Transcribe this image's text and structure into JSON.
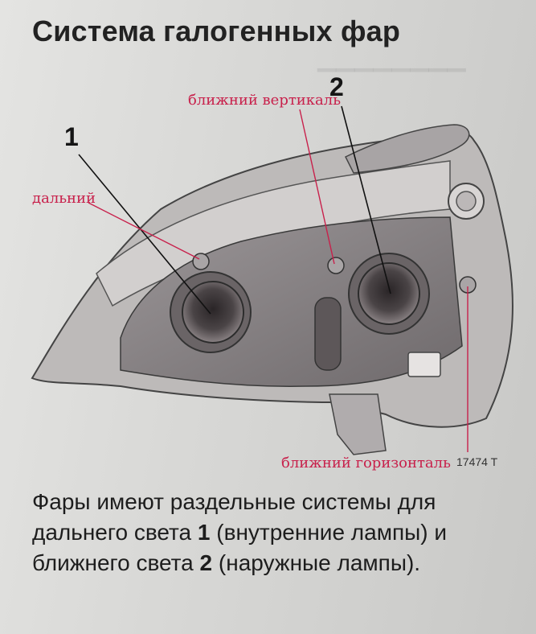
{
  "title": "Система галогенных фар",
  "labels": {
    "far": "дальний",
    "near_vertical": "ближний вертикаль",
    "near_horizontal": "ближний горизонталь"
  },
  "callouts": {
    "one": "1",
    "two": "2"
  },
  "figure_code": "17474 T",
  "description": {
    "part1": "Фары имеют раздельные системы для дальнего света ",
    "num1": "1",
    "part2": " (внутренние лампы) и ближнего света ",
    "num2": "2",
    "part3": " (наружные лампы)."
  },
  "colors": {
    "annotation": "#c8204b",
    "text": "#1d1d1d"
  }
}
